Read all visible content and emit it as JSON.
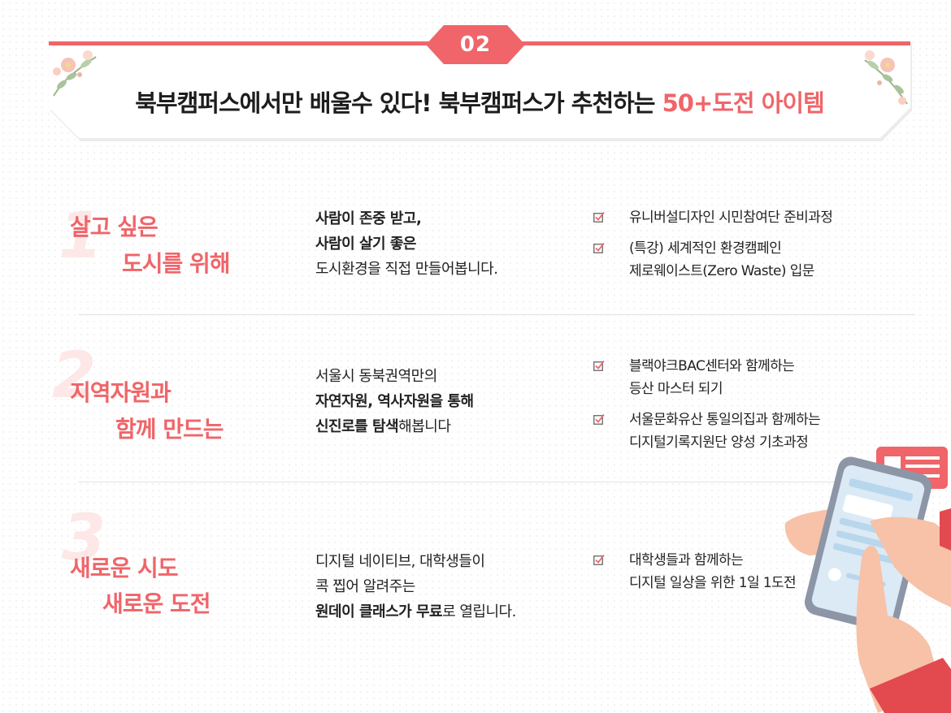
{
  "header": {
    "badge": "02",
    "headline_main": "북부캠퍼스에서만 배울수 있다! 북부캠퍼스가 추천하는 ",
    "headline_accent": "50+도전 아이템"
  },
  "colors": {
    "accent": "#ef6569",
    "number_watermark": "#fde7e7"
  },
  "rows": [
    {
      "number": "1",
      "title_line1": "살고 싶은",
      "title_line2": "도시를 위해",
      "desc": [
        {
          "text": "사람이 존중 받고,",
          "bold": true
        },
        {
          "text": "사람이 살기 좋은",
          "bold": true
        },
        {
          "text": "도시환경을 직접 만들어봅니다.",
          "bold": false
        }
      ],
      "items": [
        {
          "lines": [
            "유니버설디자인 시민참여단 준비과정"
          ]
        },
        {
          "lines": [
            "(특강) 세계적인 환경캠페인",
            "제로웨이스트(Zero Waste) 입문"
          ]
        }
      ]
    },
    {
      "number": "2",
      "title_line1": "지역자원과",
      "title_line2": "함께 만드는",
      "desc": [
        {
          "text": "서울시 동북권역만의"
        },
        {
          "bold_part": "자연자원, 역사자원을 통해"
        },
        {
          "bold_part": "신진로를 탐색",
          "rest": "해봅니다"
        }
      ],
      "items": [
        {
          "lines": [
            "블랙야크BAC센터와 함께하는",
            "등산 마스터 되기"
          ]
        },
        {
          "lines": [
            "서울문화유산 통일의집과 함께하는",
            "디지털기록지원단 양성 기초과정"
          ]
        }
      ]
    },
    {
      "number": "3",
      "title_line1": "새로운 시도",
      "title_line2": "새로운 도전",
      "desc": [
        {
          "text": "디지털 네이티브, 대학생들이"
        },
        {
          "text": "콕 찝어 알려주는"
        },
        {
          "bold_part": "원데이 클래스가 무료",
          "rest": "로 열립니다."
        }
      ],
      "items": [
        {
          "lines": [
            "대학생들과 함께하는",
            "디지털 일상을 위한 1일 1도전"
          ]
        }
      ]
    }
  ],
  "icons": {
    "checkbox": "checkbox-checked-icon",
    "decoration": "floral-decoration",
    "illustration": "smartphone-hand-illustration"
  }
}
